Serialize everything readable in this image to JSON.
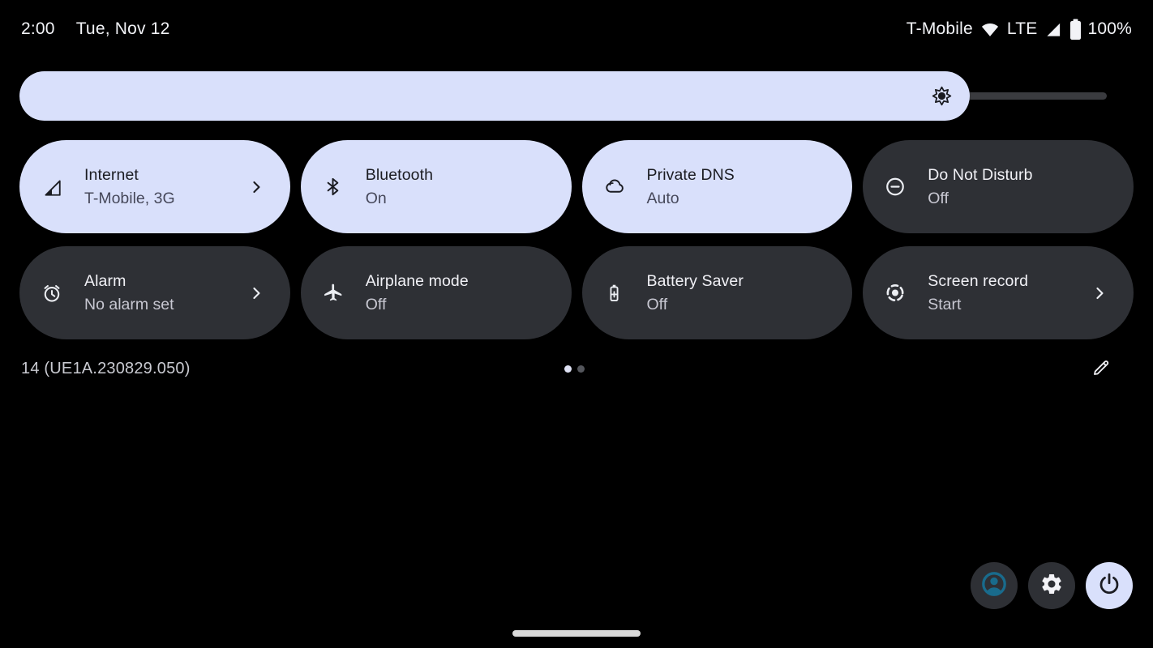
{
  "status_bar": {
    "time": "2:00",
    "date": "Tue, Nov 12",
    "carrier": "T-Mobile",
    "network_type": "LTE",
    "battery_level": "100%",
    "icons": [
      "wifi-icon",
      "cellular-signal-icon",
      "battery-icon"
    ]
  },
  "brightness_slider": {
    "percent": 87,
    "icon": "brightness-icon"
  },
  "quick_tiles": [
    {
      "title": "Internet",
      "subtitle": "T-Mobile, 3G",
      "state": "active",
      "icon": "mobile-data-icon",
      "has_chevron": true
    },
    {
      "title": "Bluetooth",
      "subtitle": "On",
      "state": "active",
      "icon": "bluetooth-icon",
      "has_chevron": false
    },
    {
      "title": "Private DNS",
      "subtitle": "Auto",
      "state": "active",
      "icon": "cloud-icon",
      "has_chevron": false
    },
    {
      "title": "Do Not Disturb",
      "subtitle": "Off",
      "state": "inactive",
      "icon": "do-not-disturb-icon",
      "has_chevron": false
    },
    {
      "title": "Alarm",
      "subtitle": "No alarm set",
      "state": "inactive",
      "icon": "alarm-clock-icon",
      "has_chevron": true
    },
    {
      "title": "Airplane mode",
      "subtitle": "Off",
      "state": "inactive",
      "icon": "airplane-icon",
      "has_chevron": false
    },
    {
      "title": "Battery Saver",
      "subtitle": "Off",
      "state": "inactive",
      "icon": "battery-saver-icon",
      "has_chevron": false
    },
    {
      "title": "Screen record",
      "subtitle": "Start",
      "state": "inactive",
      "icon": "screen-record-icon",
      "has_chevron": true
    }
  ],
  "footer": {
    "build_number": "14 (UE1A.230829.050)",
    "page_indicator": {
      "pages": 2,
      "active_page": 1
    },
    "edit_icon": "pencil-icon"
  },
  "bottom_buttons": {
    "user_switcher_icon": "user-avatar-icon",
    "settings_icon": "gear-icon",
    "power_icon": "power-icon"
  },
  "colors": {
    "background": "#000000",
    "tile_active_bg": "#d9e0fb",
    "tile_inactive_bg": "#2e3035",
    "active_text": "#1b1c22",
    "active_subtext": "#46485a",
    "inactive_text": "#f1f1f6",
    "inactive_subtext": "#c8c8d2",
    "status_text": "#f2f3f7",
    "slider_track": "#3a3b3f",
    "user_accent_teal": "#196b8c",
    "home_handle": "#dadada"
  }
}
